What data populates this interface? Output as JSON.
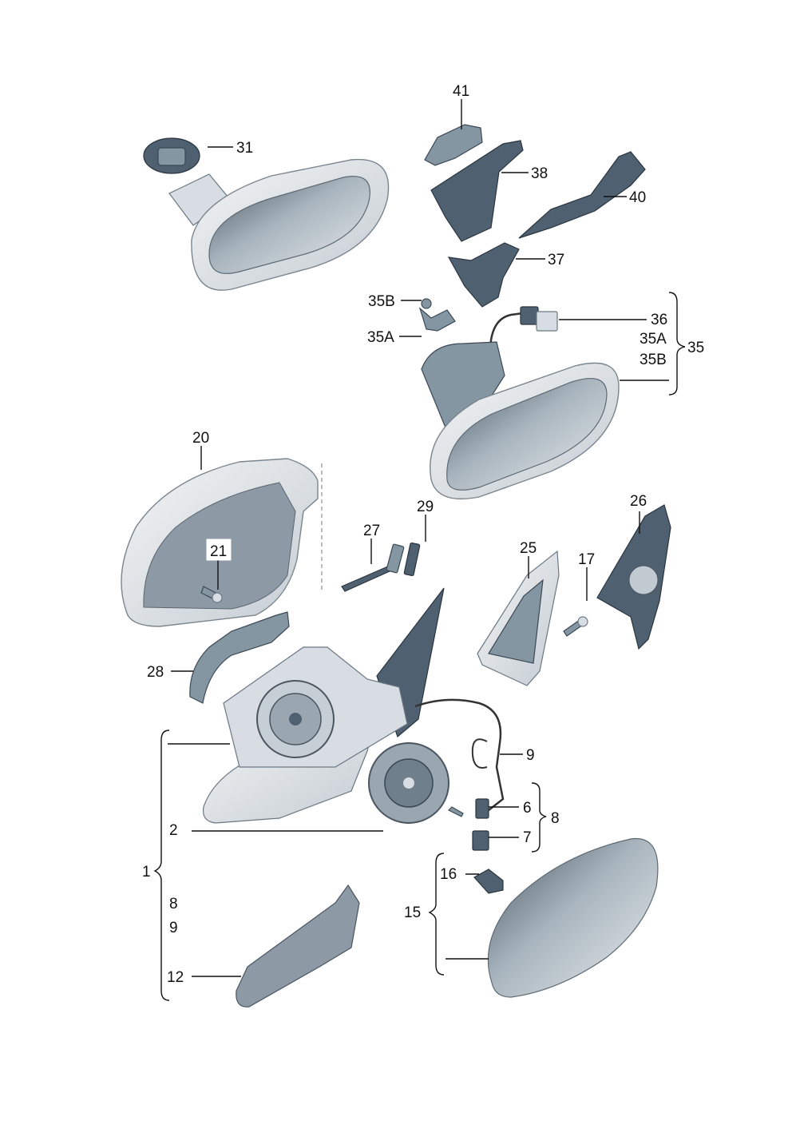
{
  "diagram": {
    "callouts": {
      "c41": "41",
      "c31": "31",
      "c38": "38",
      "c40": "40",
      "c37": "37",
      "c35B": "35B",
      "c35A": "35A",
      "c36": "36",
      "c35A_r": "35A",
      "c35B_r": "35B",
      "c35": "35",
      "c20": "20",
      "c29": "29",
      "c27": "27",
      "c26": "26",
      "c21": "21",
      "c25": "25",
      "c17": "17",
      "c28": "28",
      "c9": "9",
      "c6": "6",
      "c8": "8",
      "c2": "2",
      "c7": "7",
      "c1": "1",
      "c16": "16",
      "c8_l": "8",
      "c9_l": "9",
      "c15": "15",
      "c12": "12"
    },
    "colors": {
      "part_dark": "#4f6170",
      "part_mid": "#8596a3",
      "part_light": "#d7dde2",
      "line": "#111111"
    }
  }
}
